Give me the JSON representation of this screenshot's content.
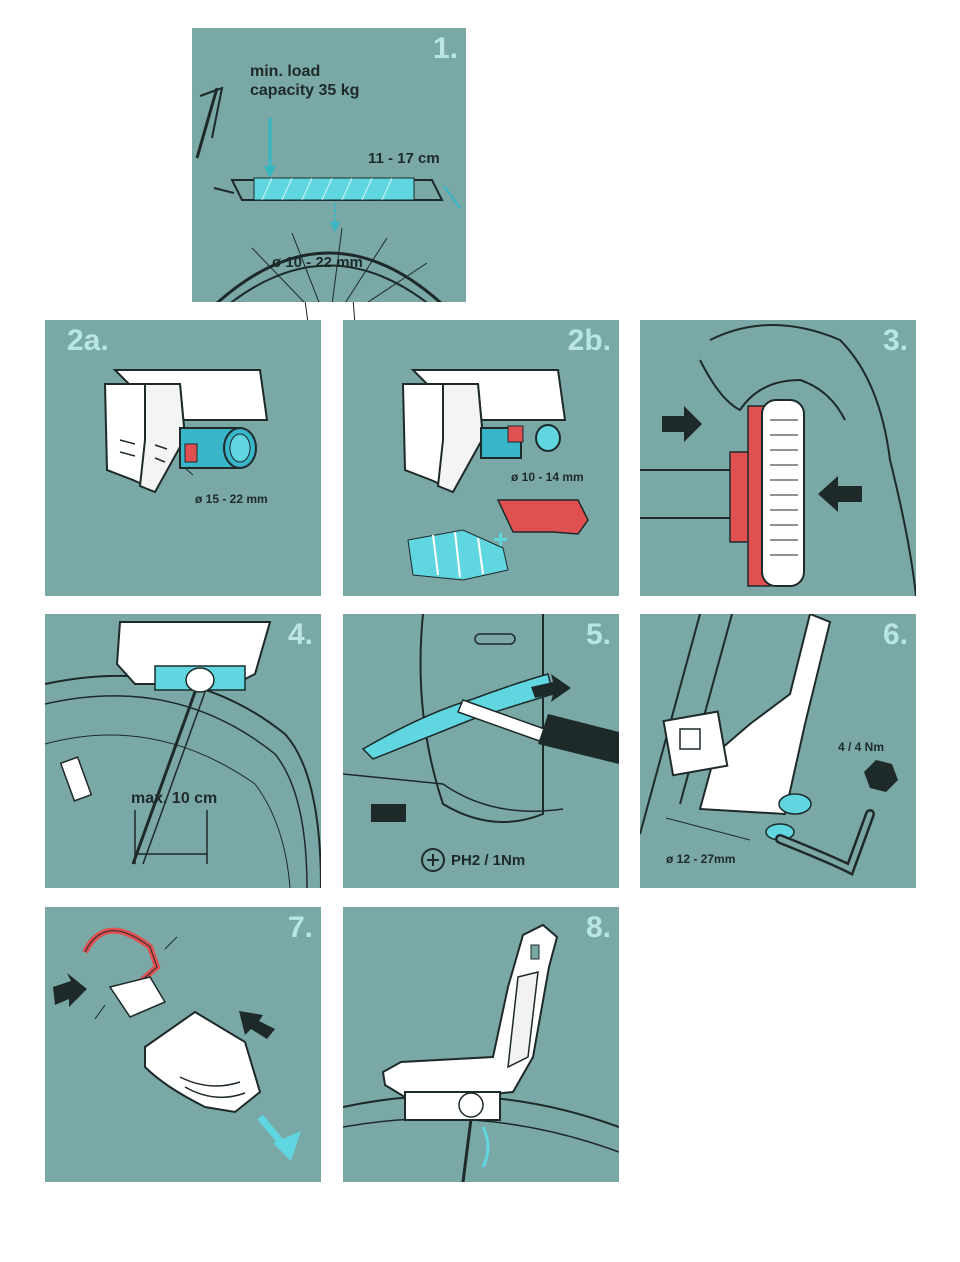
{
  "steps": {
    "s1": {
      "number": "1.",
      "load": "min. load\ncapacity 35 kg",
      "width": "11 - 17 cm",
      "diameter": "ø 10 - 22 mm"
    },
    "s2a": {
      "number": "2a.",
      "diameter": "ø 15 - 22 mm"
    },
    "s2b": {
      "number": "2b.",
      "diameter": "ø 10 - 14 mm"
    },
    "s3": {
      "number": "3."
    },
    "s4": {
      "number": "4.",
      "distance": "max. 10 cm"
    },
    "s5": {
      "number": "5.",
      "torque": "PH2 / 1Nm"
    },
    "s6": {
      "number": "6.",
      "torque": "4 / 4 Nm",
      "diameter": "ø 12 - 27mm"
    },
    "s7": {
      "number": "7."
    },
    "s8": {
      "number": "8."
    }
  },
  "colors": {
    "panel": "#79a8a6",
    "step_number": "#b9e6e2",
    "highlight": "#5fd6e0",
    "red": "#e05050",
    "line": "#1e2a2a"
  }
}
